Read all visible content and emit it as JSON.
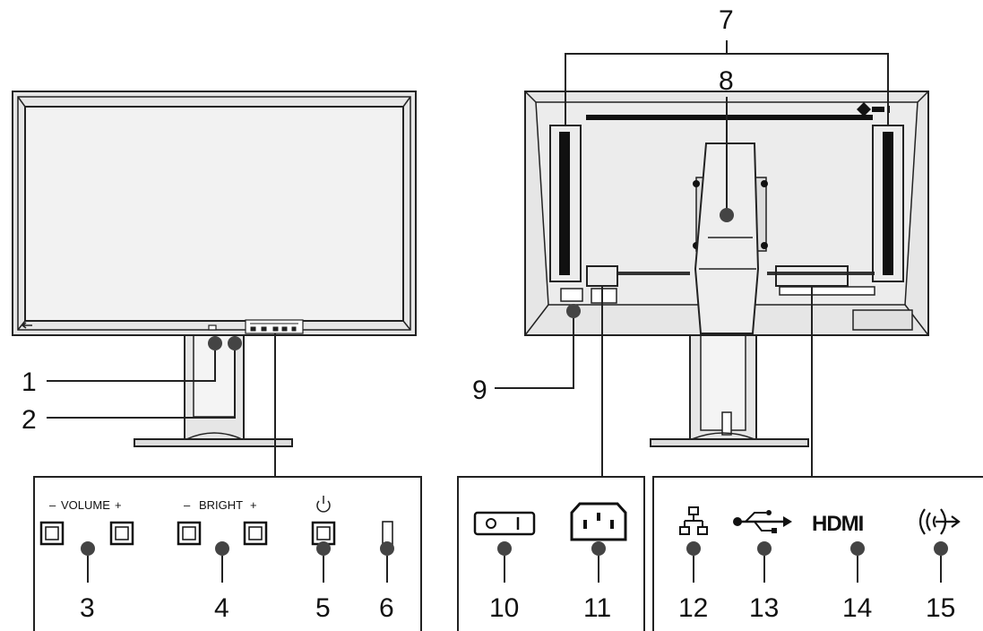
{
  "callouts": {
    "n1": "1",
    "n2": "2",
    "n3": "3",
    "n4": "4",
    "n5": "5",
    "n6": "6",
    "n7": "7",
    "n8": "8",
    "n9": "9",
    "n10": "10",
    "n11": "11",
    "n12": "12",
    "n13": "13",
    "n14": "14",
    "n15": "15"
  },
  "button_labels": {
    "volume": "VOLUME",
    "bright": "BRIGHT",
    "minus": "–",
    "plus": "+"
  },
  "port_labels": {
    "hdmi": "HDMI"
  },
  "colors": {
    "line": "#222222",
    "screen": "#f2f2f2",
    "frame": "#e6e6e6"
  },
  "icons": [
    "power-icon",
    "power-switch-icon",
    "ac-inlet-icon",
    "lan-icon",
    "usb-icon",
    "hdmi-icon",
    "audio-out-icon"
  ]
}
